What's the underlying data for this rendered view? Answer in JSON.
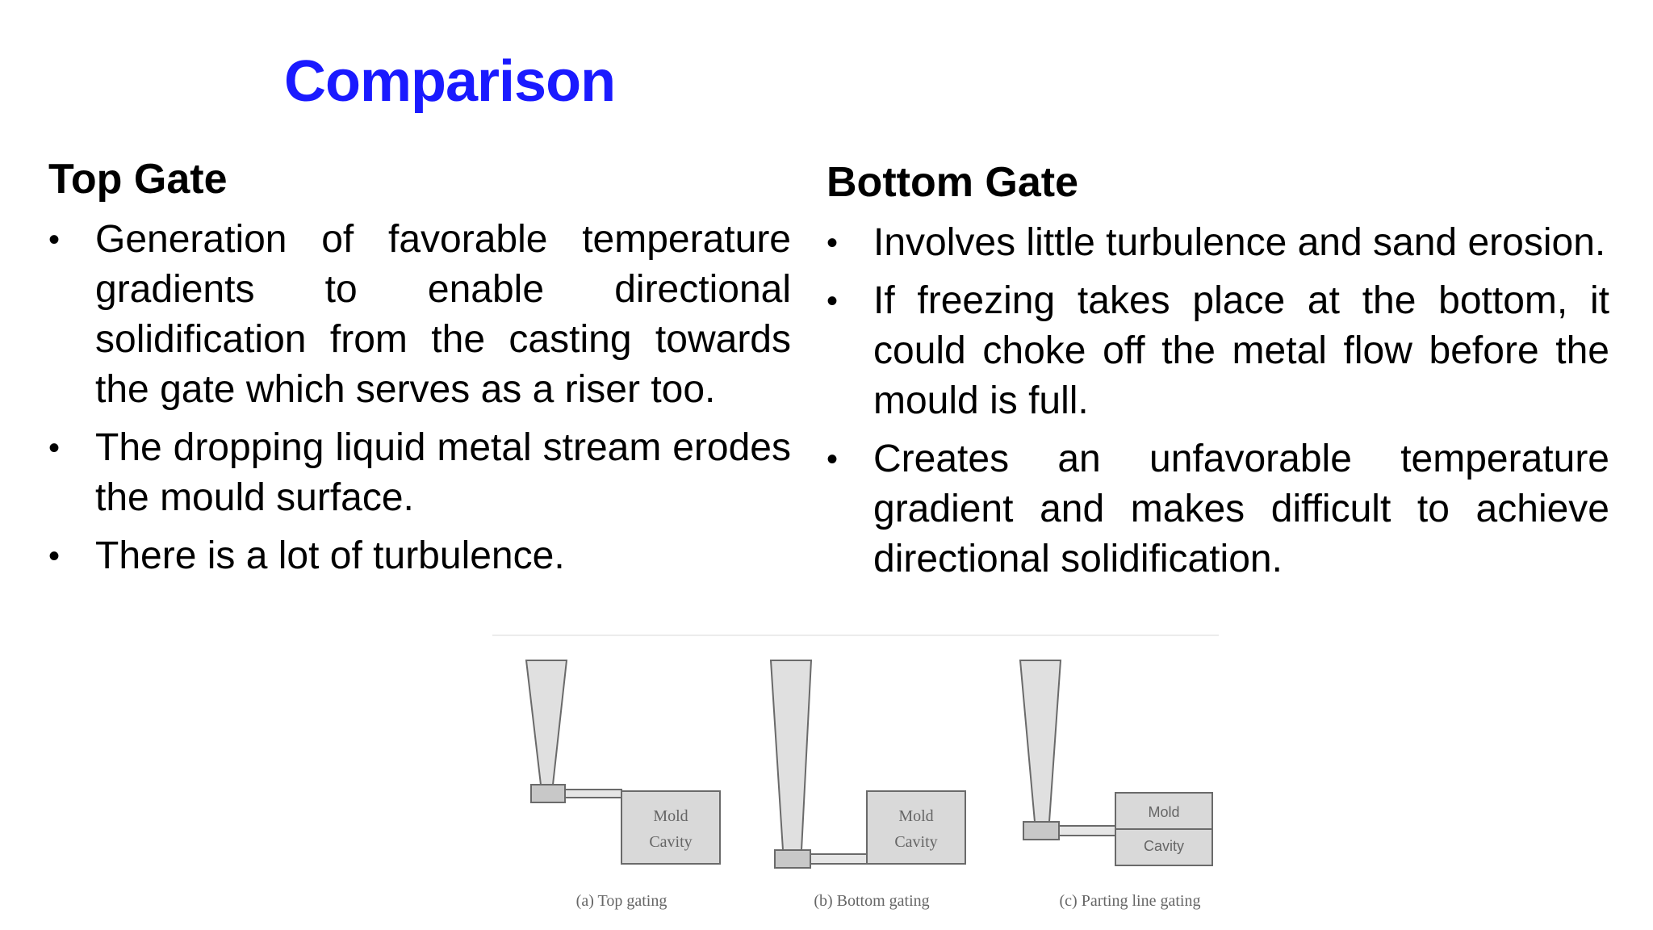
{
  "title": "Comparison",
  "top_gate": {
    "heading": "Top Gate",
    "bullets": [
      "Generation of favorable temperature gradients to enable directional solidification from the casting towards the gate which serves as a riser too.",
      "The dropping liquid metal stream erodes the mould surface.",
      "There is a lot of turbulence."
    ]
  },
  "bottom_gate": {
    "heading": "Bottom Gate",
    "bullets": [
      "Involves little turbulence and sand erosion.",
      "If freezing takes place at the bottom, it could choke off the metal flow before the mould is full.",
      "Creates an unfavorable temperature gradient and makes difficult to achieve directional solidification."
    ]
  },
  "figure": {
    "panels": [
      {
        "cavity_line1": "Mold",
        "cavity_line2": "Cavity",
        "caption": "(a) Top gating"
      },
      {
        "cavity_line1": "Mold",
        "cavity_line2": "Cavity",
        "caption": "(b) Bottom gating"
      },
      {
        "cavity_line1": "Mold",
        "cavity_line2": "Cavity",
        "caption": "(c) Parting line gating"
      }
    ]
  },
  "bullet_glyph": "•"
}
